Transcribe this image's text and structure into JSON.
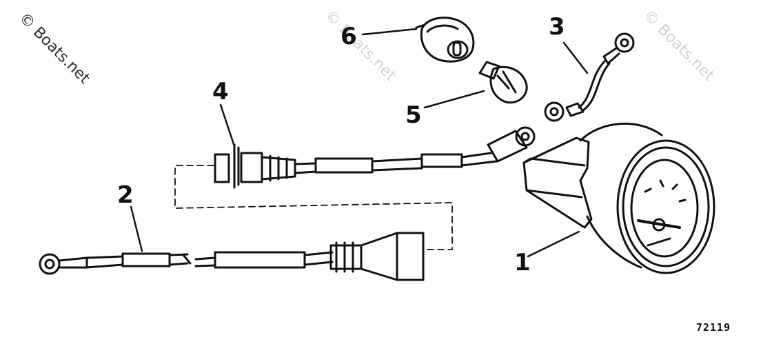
{
  "callouts": {
    "c1": "1",
    "c2": "2",
    "c3": "3",
    "c4": "4",
    "c5": "5",
    "c6": "6"
  },
  "parts": {
    "p1": "gauge-assembly",
    "p2": "harness-cable-with-plug",
    "p3": "ground-lead-wire",
    "p4": "gauge-lead-with-grommet",
    "p5": "wedge-lamp-bulb",
    "p6": "lamp-socket"
  },
  "drawing_number": "72119",
  "watermark": "© Boats.net",
  "colors": {
    "ink": "#111111",
    "paper": "#ffffff"
  }
}
